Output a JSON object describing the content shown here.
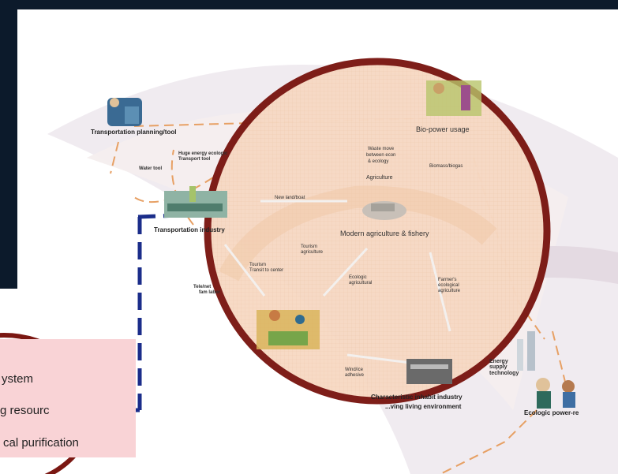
{
  "nodes": {
    "transport_planning": "Transportation planning/tool",
    "bio_power": "Bio-power usage",
    "transport_industry": "Transportation industry",
    "modern_agri": "Modern agriculture & fishery",
    "characteristic": "Characteristic inhabit industry",
    "characteristic_2": "...ving living environment",
    "ecologic_power": "Ecologic power-re",
    "energy_supply": "Energy supply technology"
  },
  "edge_labels": {
    "water_tool": "Water tool",
    "huge_energy": "Huge energy ecologic",
    "transport_tool": "Transport tool",
    "waste_move": "Waste move",
    "between_econ": "between econ",
    "ecology": "& ecology",
    "agriculture": "Agriculture",
    "biomass": "Biomass/biogas",
    "new_land": "New land/boat",
    "tourism_agri": "Tourism",
    "tourism_agri_2": "agriculture",
    "tourism": "Tourism",
    "tourism_2": "Transit to center",
    "ecologic_agri": "Ecologic",
    "ecologic_agri_2": "agricultural",
    "farmers_1": "Farmer's",
    "farmers_2": "ecological",
    "farmers_3": "agriculture",
    "tele": "Tele/net",
    "tele_2": "fam labor",
    "wind_1": "Wind/ice",
    "wind_2": "adhesive"
  },
  "side_list": [
    "ystem",
    "g resourc",
    "cal purification"
  ],
  "colors": {
    "dark": "#0c1a2b",
    "circle_stroke": "#7a1712",
    "circle_fill": "#f7d7c2",
    "dashed_blue": "#1b2d8a",
    "dashed_orange": "#e7a064",
    "pink_box": "#f9d3d6"
  },
  "icons": {
    "arrow": "arrow-left-icon"
  }
}
